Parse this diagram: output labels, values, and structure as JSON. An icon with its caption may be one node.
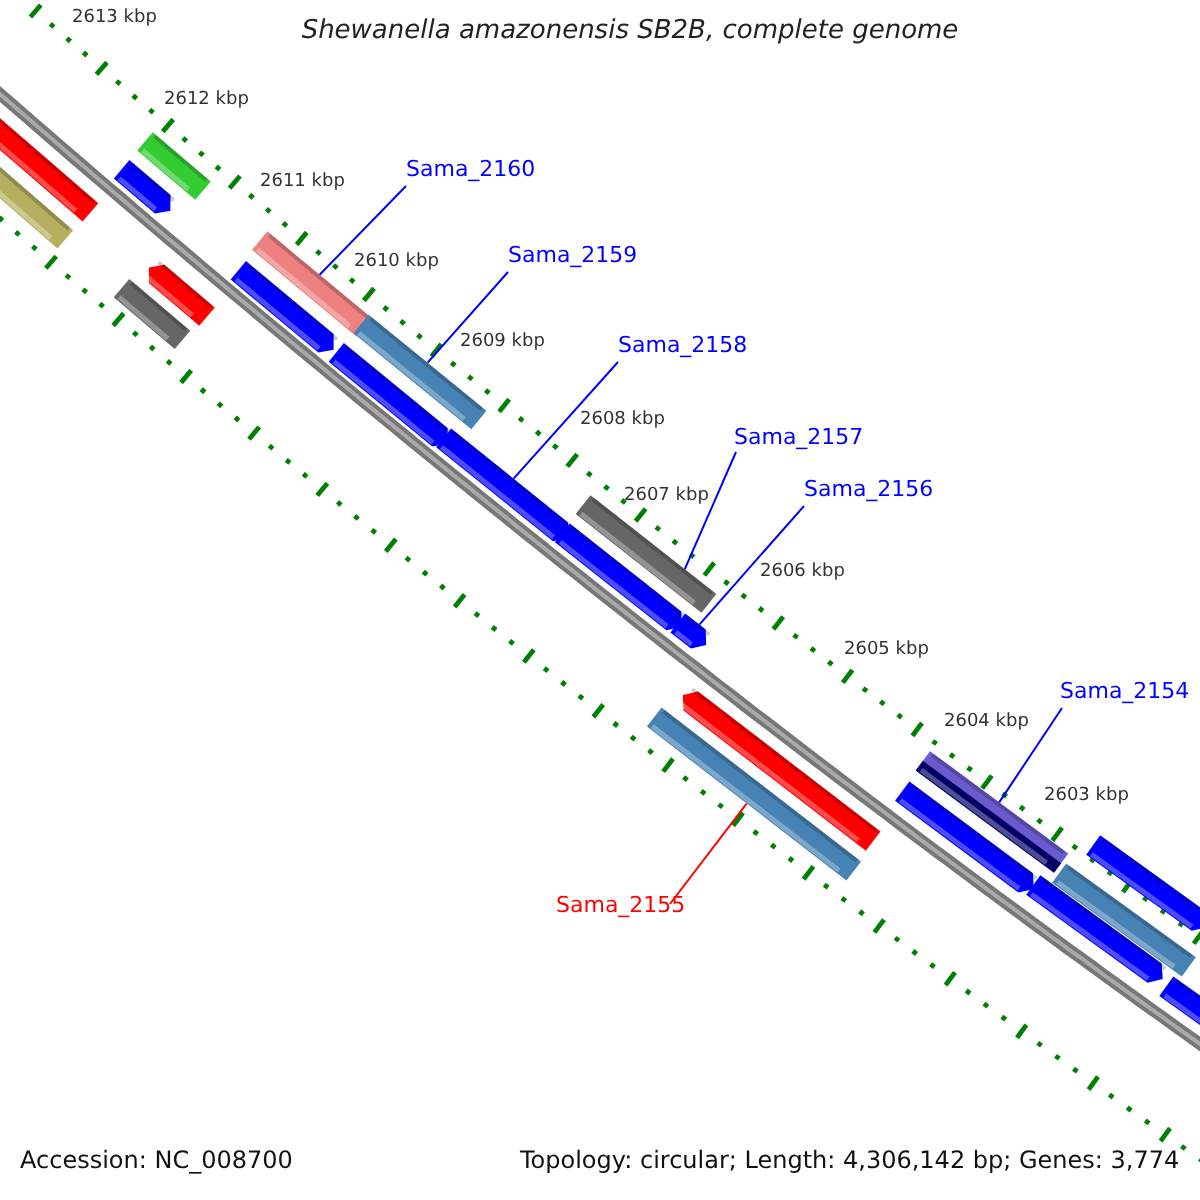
{
  "diagram": {
    "title": "Shewanella amazonensis SB2B, complete genome",
    "nodes": [
      {
        "text": [
          "Sama_2160"
        ]
      },
      {
        "text": [
          "Sama_2159"
        ]
      },
      {
        "text": [
          "Sama_2158"
        ]
      },
      {
        "text": [
          "Sama_2157"
        ]
      },
      {
        "text": [
          "Sama_2156"
        ]
      },
      {
        "text": [
          "Sama_2154"
        ]
      },
      {
        "text": [
          "Sama_2155"
        ]
      },
      {
        "text": [],
        "shape": "bar"
      },
      {
        "text": [],
        "shape": "bar"
      },
      {
        "text": [],
        "shape": "bar"
      },
      {
        "text": [],
        "shape": "bar"
      },
      {
        "text": [],
        "shape": "bar"
      },
      {
        "text": [],
        "shape": "bar"
      },
      {
        "text": [],
        "shape": "bar"
      },
      {
        "text": [],
        "shape": "bar"
      },
      {
        "text": [],
        "shape": "bar"
      },
      {
        "text": [],
        "shape": "bar"
      },
      {
        "text": [],
        "shape": "bar"
      },
      {
        "text": [],
        "shape": "bar"
      },
      {
        "text": [],
        "shape": "bar"
      },
      {
        "text": [],
        "shape": "bar"
      },
      {
        "text": [],
        "shape": "bar"
      },
      {
        "text": [],
        "shape": "bar"
      },
      {
        "text": [],
        "shape": "bar"
      },
      {
        "text": [],
        "shape": "bar"
      },
      {
        "text": [],
        "shape": "bar"
      },
      {
        "text": [],
        "shape": "bar"
      },
      {
        "text": [],
        "shape": "bar"
      },
      {
        "text": [],
        "shape": "bar"
      }
    ],
    "edges": [
      {
        "from": 0,
        "to": 13,
        "arrow": "none"
      },
      {
        "from": 1,
        "to": 15,
        "arrow": "none"
      },
      {
        "from": 2,
        "to": 17,
        "arrow": "none"
      },
      {
        "from": 3,
        "to": 18,
        "arrow": "none"
      },
      {
        "from": 4,
        "to": 20,
        "arrow": "none"
      },
      {
        "from": 5,
        "to": 23,
        "arrow": "none"
      },
      {
        "from": 6,
        "to": 22,
        "arrow": "none",
        "color": "#ff0000"
      }
    ],
    "labels": [
      "2613 kbp",
      "2612 kbp",
      "2611 kbp",
      "2610 kbp",
      "2609 kbp",
      "2608 kbp",
      "2607 kbp",
      "2606 kbp",
      "2605 kbp",
      "2604 kbp",
      "2603 kbp",
      "Accession: NC_008700",
      "Topology: circular; Length: 4,306,142 bp; Genes: 3,774"
    ]
  }
}
